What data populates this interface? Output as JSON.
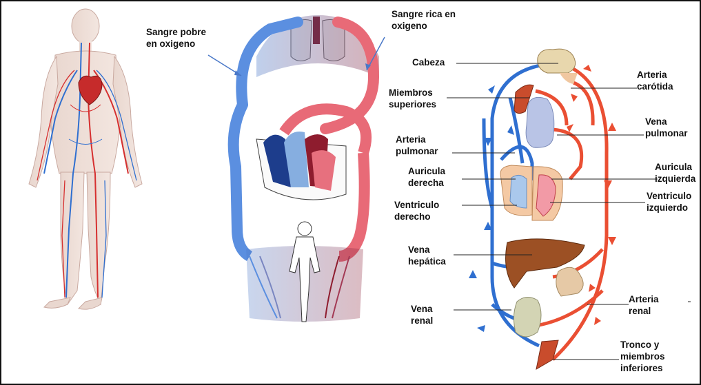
{
  "colors": {
    "vein": "#2f6fd0",
    "artery": "#e94b33",
    "heart": "#c62b2b",
    "liver": "#a0502c",
    "kidney": "#c9c9a8",
    "pulmonary_blue": "#7fa7d9",
    "pulmonary_red": "#d9606c"
  },
  "center_diagram": {
    "label_poor": "Sangre pobre\nen oxigeno",
    "label_rich": "Sangre rica en\noxigeno"
  },
  "right_diagram": {
    "labels": {
      "cabeza": "Cabeza",
      "miembros_superiores": "Miembros\nsuperiores",
      "arteria_pulmonar": "Arteria\npulmonar",
      "auricula_derecha": "Auricula\nderecha",
      "ventriculo_derecho": "Ventriculo\nderecho",
      "vena_hepatica": "Vena\nhepática",
      "vena_renal": "Vena\nrenal",
      "arteria_carotida": "Arteria\ncarótida",
      "vena_pulmonar": "Vena\npulmonar",
      "auricula_izquierda": "Auricula\nizquierda",
      "ventriculo_izquierdo": "Ventriculo\nizquierdo",
      "arteria_renal": "Arteria\nrenal",
      "tronco_miembros": "Tronco y\nmiembros\ninferiores"
    }
  }
}
